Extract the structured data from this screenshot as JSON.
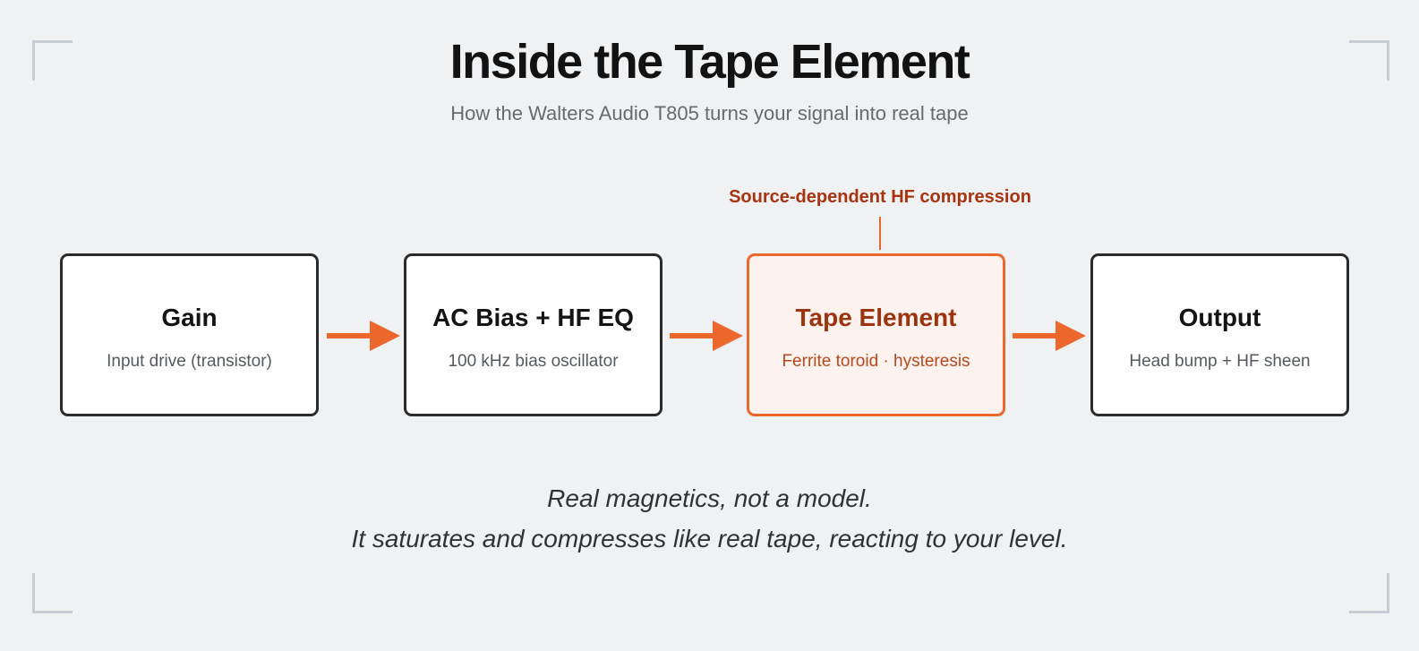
{
  "header": {
    "title": "Inside the Tape Element",
    "subtitle": "How the Walters Audio T805 turns your signal into real tape"
  },
  "callout": {
    "text": "Source-dependent HF compression"
  },
  "stages": [
    {
      "name": "Gain",
      "desc": "Input drive (transistor)"
    },
    {
      "name": "AC Bias + HF EQ",
      "desc": "100 kHz bias oscillator"
    },
    {
      "name": "Tape Element",
      "desc": "Ferrite toroid · hysteresis"
    },
    {
      "name": "Output",
      "desc": "Head bump + HF sheen"
    }
  ],
  "tagline": {
    "line1": "Real magnetics, not a model.",
    "line2": "It saturates and compresses like real tape, reacting to your level."
  },
  "colors": {
    "accent": "#eb672c",
    "accent_text": "#a83311",
    "box_border": "#2b2b2b",
    "background": "#eff1f3"
  }
}
